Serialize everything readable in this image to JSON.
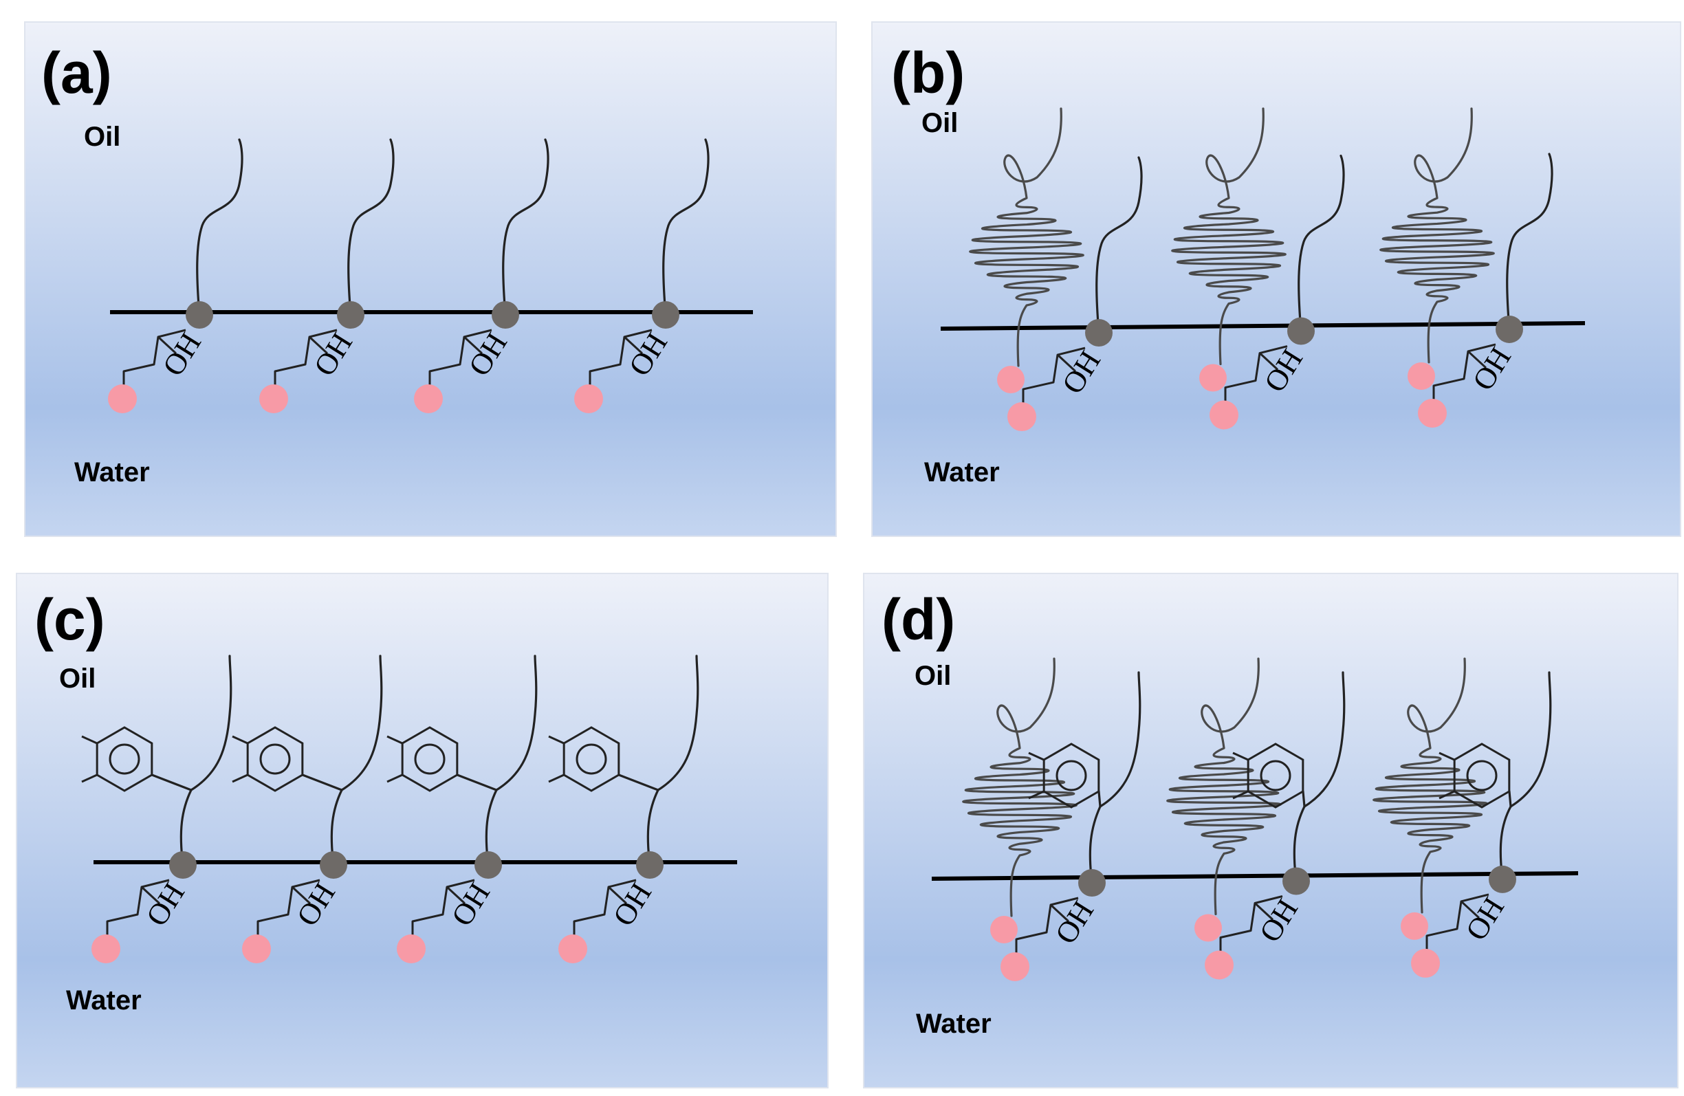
{
  "panels": [
    {
      "id": "a",
      "letter": "(a)",
      "oil": "Oil",
      "water": "Water",
      "spring": false,
      "benzene": false,
      "oh": "OH"
    },
    {
      "id": "b",
      "letter": "(b)",
      "oil": "Oil",
      "water": "Water",
      "spring": true,
      "benzene": false,
      "oh": "OH"
    },
    {
      "id": "c",
      "letter": "(c)",
      "oil": "Oil",
      "water": "Water",
      "spring": false,
      "benzene": true,
      "oh": "OH"
    },
    {
      "id": "d",
      "letter": "(d)",
      "oil": "Oil",
      "water": "Water",
      "spring": true,
      "benzene": true,
      "oh": "OH"
    }
  ],
  "colors": {
    "panel_top": "#eef1f9",
    "panel_bottom": "#a8c1e8",
    "anchor_bead": "#6e6a67",
    "head_bead": "#f79aa6"
  }
}
